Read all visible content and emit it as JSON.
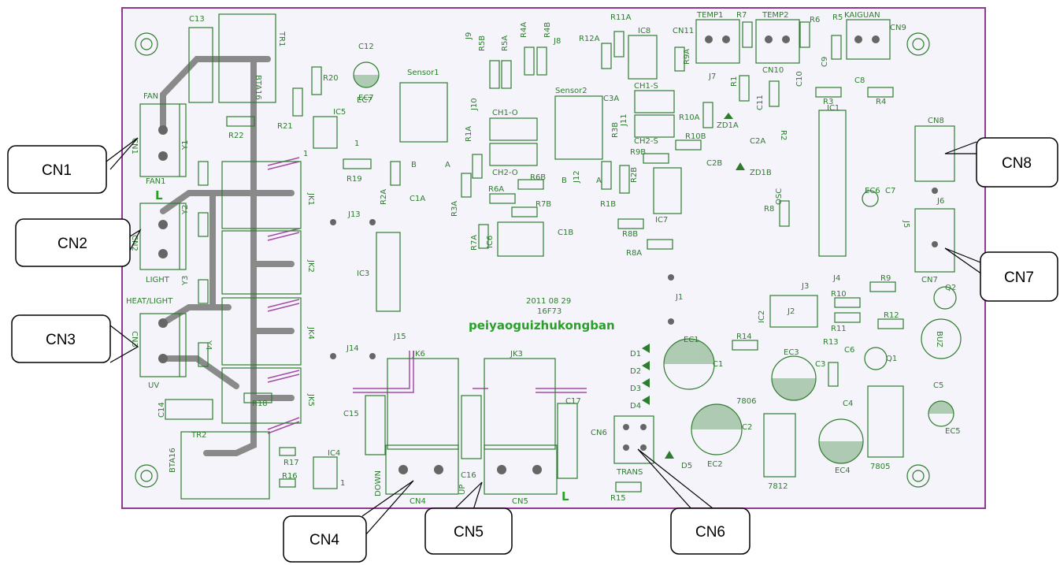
{
  "board": {
    "date": "2011 08 29",
    "code": "16F73",
    "name": "peiyaoguizhukongban"
  },
  "callouts": [
    "CN1",
    "CN2",
    "CN3",
    "CN4",
    "CN5",
    "CN6",
    "CN7",
    "CN8"
  ],
  "terminals": {
    "fan": "FAN",
    "fan1": "FAN1",
    "light": "LIGHT",
    "heat_light": "HEAT/LIGHT",
    "uv": "UV",
    "down": "DOWN",
    "up": "UP",
    "trans": "TRANS",
    "kaiguan": "KAIGUAN",
    "temp1": "TEMP1",
    "temp2": "TEMP2"
  },
  "labels": {
    "C13": "C13",
    "TR1": "TR1",
    "BTA16a": "BTA16",
    "C12": "C12",
    "EC7": "EC7",
    "R20": "R20",
    "R21": "R21",
    "R22": "R22",
    "IC5": "IC5",
    "Y1": "Y1",
    "Y2": "Y2",
    "Y3": "Y3",
    "Y4": "Y4",
    "R19": "R19",
    "Sensor1": "Sensor1",
    "J9": "J9",
    "R5B": "R5B",
    "R5A": "R5A",
    "R4A": "R4A",
    "R4B": "R4B",
    "J8": "J8",
    "R11A": "R11A",
    "R12A": "R12A",
    "IC8": "IC8",
    "CN11": "CN11",
    "R7": "R7",
    "R6": "R6",
    "R5": "R5",
    "CN9": "CN9",
    "Sensor2": "Sensor2",
    "CH1S": "CH1-S",
    "C3A": "C3A",
    "J10": "J10",
    "CH1O": "CH1-O",
    "CH2O": "CH2-O",
    "R10A": "R10A",
    "J11": "J11",
    "CH2S": "CH2-S",
    "R9A": "R9A",
    "J7": "J7",
    "CN10": "CN10",
    "C10": "C10",
    "C11": "C11",
    "R1": "R1",
    "R2": "R2",
    "R3": "R3",
    "R4": "R4",
    "C8": "C8",
    "C9": "C9",
    "IC1": "IC1",
    "ZD1A": "ZD1A",
    "ZD1B": "ZD1B",
    "C2A": "C2A",
    "C2B": "C2B",
    "R10B": "R10B",
    "R9B": "R9B",
    "R3B": "R3B",
    "R2B": "R2B",
    "R1B": "R1B",
    "IC7": "IC7",
    "R8B": "R8B",
    "R8A": "R8A",
    "R1A": "R1A",
    "R2A": "R2A",
    "R3A": "R3A",
    "C1A": "C1A",
    "R6A": "R6A",
    "R6B": "R6B",
    "R7B": "R7B",
    "R7A": "R7A",
    "IC6": "IC6",
    "C1B": "C1B",
    "J12": "J12",
    "A1": "A",
    "B1": "B",
    "A2": "A",
    "B2": "B",
    "J13": "J13",
    "JK1": "JK1",
    "JK2": "JK2",
    "JK4": "JK4",
    "JK5": "JK5",
    "IC3": "IC3",
    "J14": "J14",
    "J15": "J15",
    "JK6": "JK6",
    "JK3": "JK3",
    "C15": "C15",
    "C16": "C16",
    "C17": "C17",
    "CN4s": "CN4",
    "CN5s": "CN5",
    "CN6s": "CN6",
    "R18": "R18",
    "C14": "C14",
    "TR2": "TR2",
    "BTA16b": "BTA16",
    "R17": "R17",
    "R16": "R16",
    "IC4": "IC4",
    "R15": "R15",
    "D1": "D1",
    "D2": "D2",
    "D3": "D3",
    "D4": "D4",
    "D5": "D5",
    "EC1": "EC1",
    "EC2": "EC2",
    "EC3": "EC3",
    "EC4": "EC4",
    "EC5": "EC5",
    "EC6": "EC6",
    "C1": "C1",
    "C2": "C2",
    "C3": "C3",
    "C4": "C4",
    "C5": "C5",
    "C6": "C6",
    "C7": "C7",
    "R8": "R8",
    "OSC": "OSC",
    "J1": "J1",
    "J2": "J2",
    "J3": "J3",
    "J4": "J4",
    "J5": "J5",
    "J6": "J6",
    "CN7s": "CN7",
    "CN8s": "CN8",
    "IC2": "IC2",
    "R9": "R9",
    "R10": "R10",
    "R11": "R11",
    "R12": "R12",
    "R13": "R13",
    "R14": "R14",
    "Q1": "Q1",
    "Q2": "Q2",
    "BUZ": "BUZ",
    "r7806": "7806",
    "r7812": "7812",
    "r7805": "7805",
    "CN1s": "CN1",
    "CN2s": "CN2",
    "CN3s": "CN3",
    "L1": "L",
    "L2": "L",
    "one1": "1",
    "one2": "1",
    "one3": "1"
  }
}
